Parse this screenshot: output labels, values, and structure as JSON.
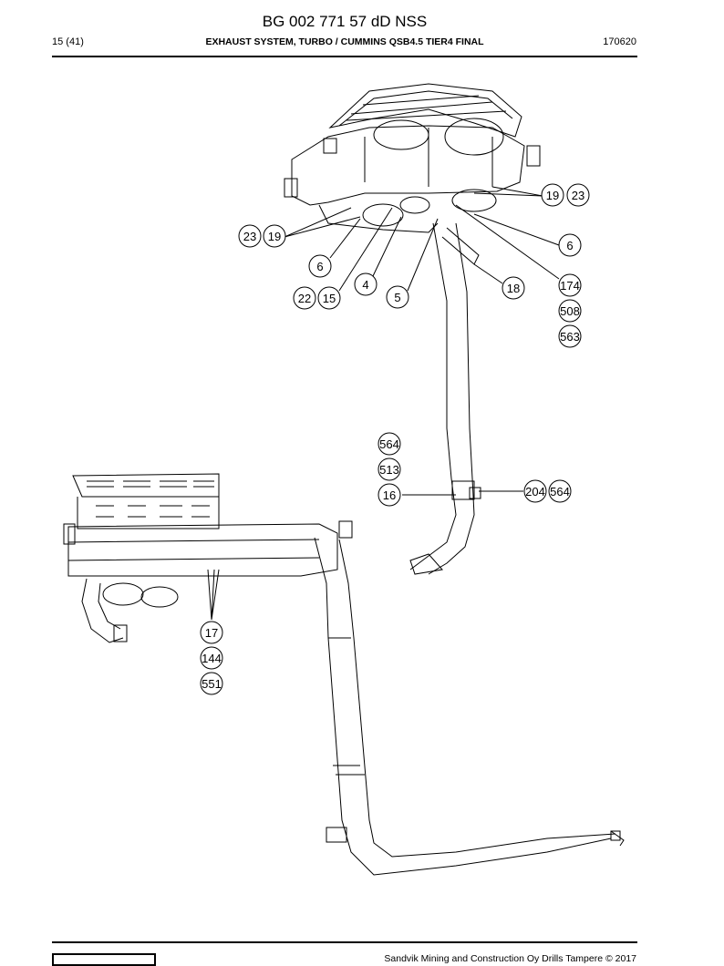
{
  "header": {
    "doc_id": "BG 002 771 57 dD NSS",
    "page_number": "15 (41)",
    "section_title": "EXHAUST SYSTEM, TURBO / CUMMINS QSB4.5 TIER4 FINAL",
    "date": "170620"
  },
  "footer": {
    "copyright": "Sandvik Mining and Construction Oy Drills Tampere © 2017"
  },
  "callouts": {
    "c19a": "19",
    "c23a": "23",
    "c23b": "23",
    "c19b": "19",
    "c6a": "6",
    "c6b": "6",
    "c4": "4",
    "c5": "5",
    "c22": "22",
    "c15": "15",
    "c18": "18",
    "c174": "174",
    "c508": "508",
    "c563": "563",
    "c564a": "564",
    "c513": "513",
    "c16": "16",
    "c204": "204",
    "c564b": "564",
    "c17": "17",
    "c144": "144",
    "c551": "551"
  }
}
